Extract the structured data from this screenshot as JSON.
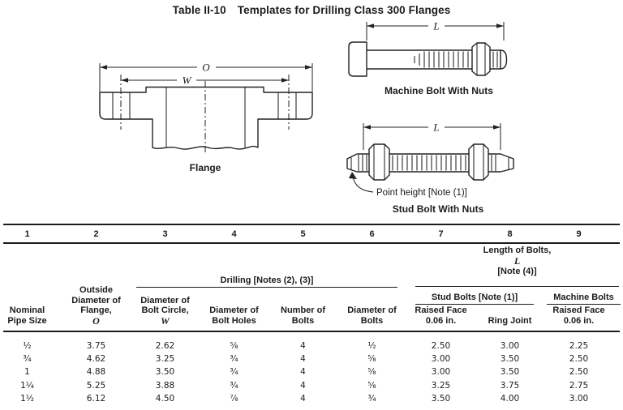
{
  "colors": {
    "ink": "#1c1c1c",
    "paper": "#ffffff"
  },
  "title": {
    "number": "Table II-10",
    "text": "Templates for Drilling Class 300 Flanges"
  },
  "figures": {
    "flange": {
      "caption": "Flange",
      "dim_outside_diameter": "O",
      "dim_bolt_circle": "W"
    },
    "machine_bolt": {
      "caption": "Machine Bolt With Nuts",
      "dim_length": "L"
    },
    "stud_bolt": {
      "caption": "Stud Bolt With Nuts",
      "dim_length": "L",
      "annotation": "Point height [Note (1)]"
    }
  },
  "table": {
    "column_numbers": [
      "1",
      "2",
      "3",
      "4",
      "5",
      "6",
      "7",
      "8",
      "9"
    ],
    "groups": {
      "drilling": "Drilling [Notes (2), (3)]",
      "length_line1": "Length of Bolts,",
      "length_symbol": "L",
      "length_line3": "[Note (4)]",
      "stud_bolts": "Stud Bolts [Note (1)]",
      "machine_bolts": "Machine Bolts"
    },
    "columns": [
      {
        "lines": "Nominal\nPipe Size"
      },
      {
        "lines": "Outside\nDiameter of\nFlange,",
        "symbol": "O"
      },
      {
        "lines": "Diameter of\nBolt Circle,",
        "symbol": "W"
      },
      {
        "lines": "Diameter of\nBolt Holes"
      },
      {
        "lines": "Number of\nBolts"
      },
      {
        "lines": "Diameter of\nBolts"
      },
      {
        "lines": "Raised Face\n0.06 in."
      },
      {
        "lines": "Ring Joint"
      },
      {
        "lines": "Raised Face\n0.06 in."
      }
    ],
    "rows": [
      [
        "¹⁄₂",
        "3.75",
        "2.62",
        "⁵⁄₈",
        "4",
        "¹⁄₂",
        "2.50",
        "3.00",
        "2.25"
      ],
      [
        "³⁄₄",
        "4.62",
        "3.25",
        "³⁄₄",
        "4",
        "⁵⁄₈",
        "3.00",
        "3.50",
        "2.50"
      ],
      [
        "1",
        "4.88",
        "3.50",
        "³⁄₄",
        "4",
        "⁵⁄₈",
        "3.00",
        "3.50",
        "2.50"
      ],
      [
        "1¹⁄₄",
        "5.25",
        "3.88",
        "³⁄₄",
        "4",
        "⁵⁄₈",
        "3.25",
        "3.75",
        "2.75"
      ],
      [
        "1¹⁄₂",
        "6.12",
        "4.50",
        "⁷⁄₈",
        "4",
        "³⁄₄",
        "3.50",
        "4.00",
        "3.00"
      ]
    ]
  }
}
